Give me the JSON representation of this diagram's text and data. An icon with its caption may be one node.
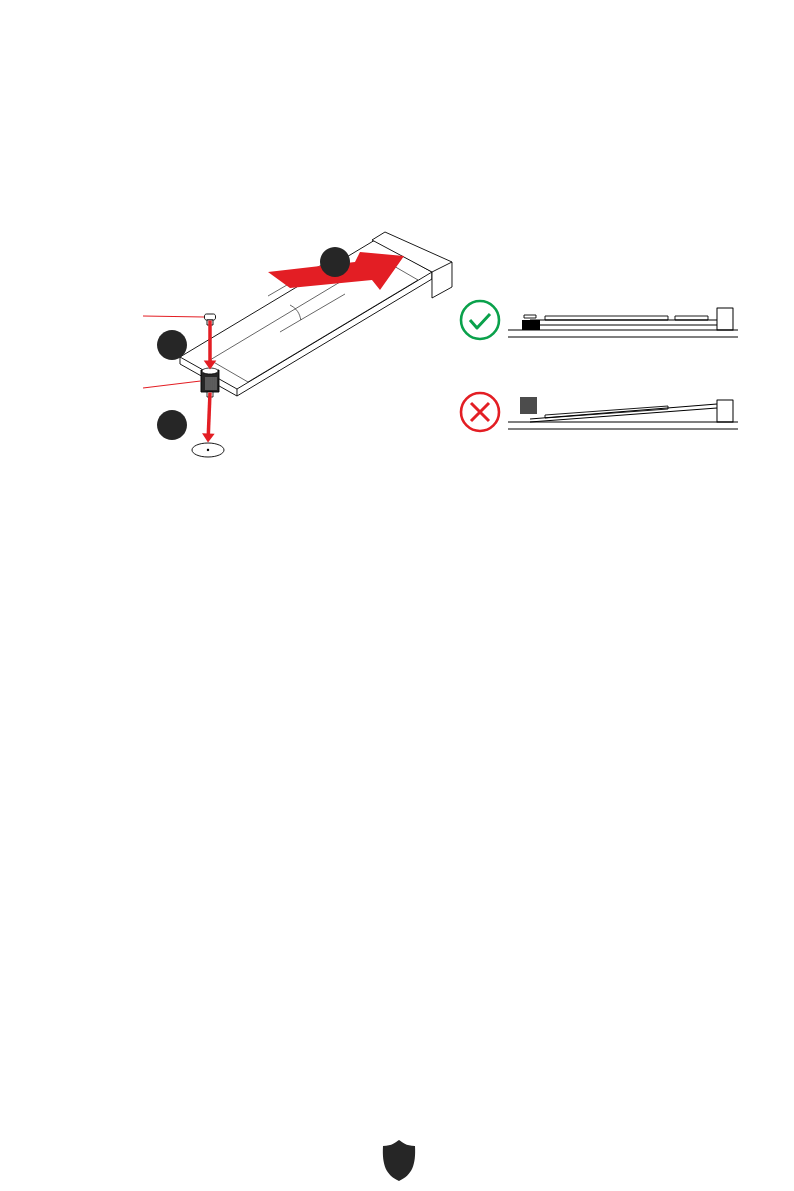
{
  "diagram": {
    "nodes": [
      {
        "text": [],
        "shape": "circle"
      },
      {
        "text": [],
        "shape": "screw"
      },
      {
        "text": [],
        "shape": "circle"
      },
      {
        "text": [],
        "shape": "cylinder"
      },
      {
        "text": [],
        "shape": "circle"
      },
      {
        "text": [],
        "shape": "disc"
      }
    ],
    "edges": [
      {
        "from": null,
        "to": 1,
        "arrow": "none"
      },
      {
        "from": null,
        "to": 3,
        "arrow": "none"
      },
      {
        "from": 1,
        "to": 3,
        "arrow": "to",
        "style": "thick"
      },
      {
        "from": 3,
        "to": 5,
        "arrow": "to",
        "style": "thick"
      }
    ]
  }
}
